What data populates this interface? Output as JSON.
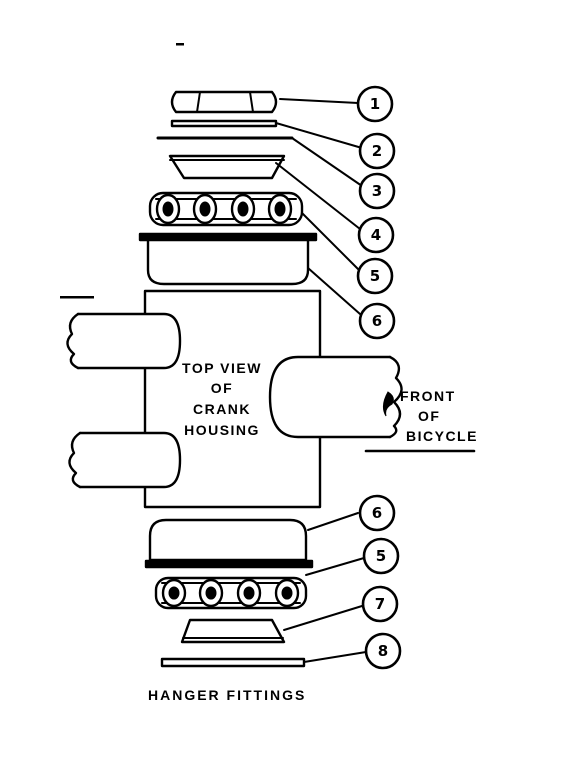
{
  "housing_label": {
    "line1": "TOP VIEW",
    "line2": "OF",
    "line3": "CRANK",
    "line4": "HOUSING"
  },
  "front_label": {
    "line1": "FRONT",
    "line2": "OF",
    "line3": "BICYCLE"
  },
  "caption": "HANGER FITTINGS",
  "callouts": [
    "1",
    "2",
    "3",
    "4",
    "5",
    "6",
    "6",
    "5",
    "7",
    "8"
  ]
}
